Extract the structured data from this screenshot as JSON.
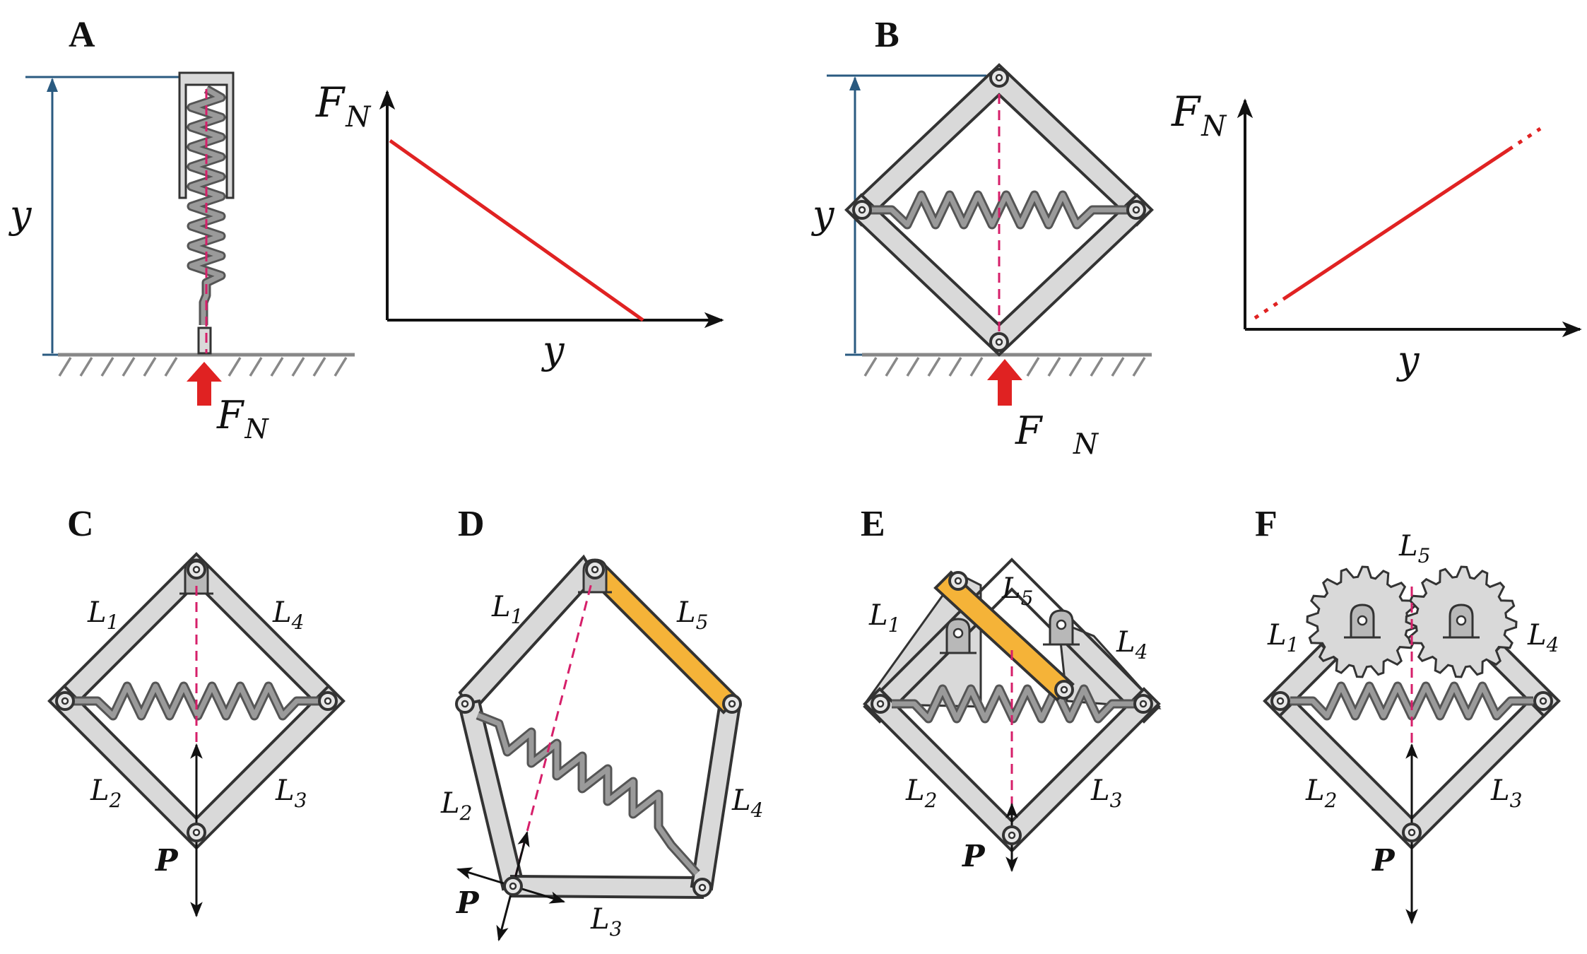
{
  "panels": {
    "a": "A",
    "b": "B",
    "c": "C",
    "d": "D",
    "e": "E",
    "f": "F"
  },
  "labels": {
    "y": "y",
    "F": "F",
    "N": "N",
    "P": "P",
    "L": "L",
    "n1": "1",
    "n2": "2",
    "n3": "3",
    "n4": "4",
    "n5": "5"
  },
  "colors": {
    "force_arrow": "#e02222",
    "link": "#d9d9d9",
    "link_highlight": "#f5b338",
    "centerline": "#d61f6a",
    "height_marker": "#2a5a80"
  },
  "chart_data": [
    {
      "type": "line",
      "panel": "A",
      "xlabel": "y",
      "ylabel": "F_N",
      "x": [
        0,
        1
      ],
      "y": [
        1,
        0
      ],
      "trend": "decreasing",
      "ticks": false,
      "grid": false
    },
    {
      "type": "line",
      "panel": "B",
      "xlabel": "y",
      "ylabel": "F_N",
      "x": [
        0,
        1
      ],
      "y": [
        0.0,
        1.0
      ],
      "trend": "increasing",
      "ticks": false,
      "grid": false
    }
  ]
}
